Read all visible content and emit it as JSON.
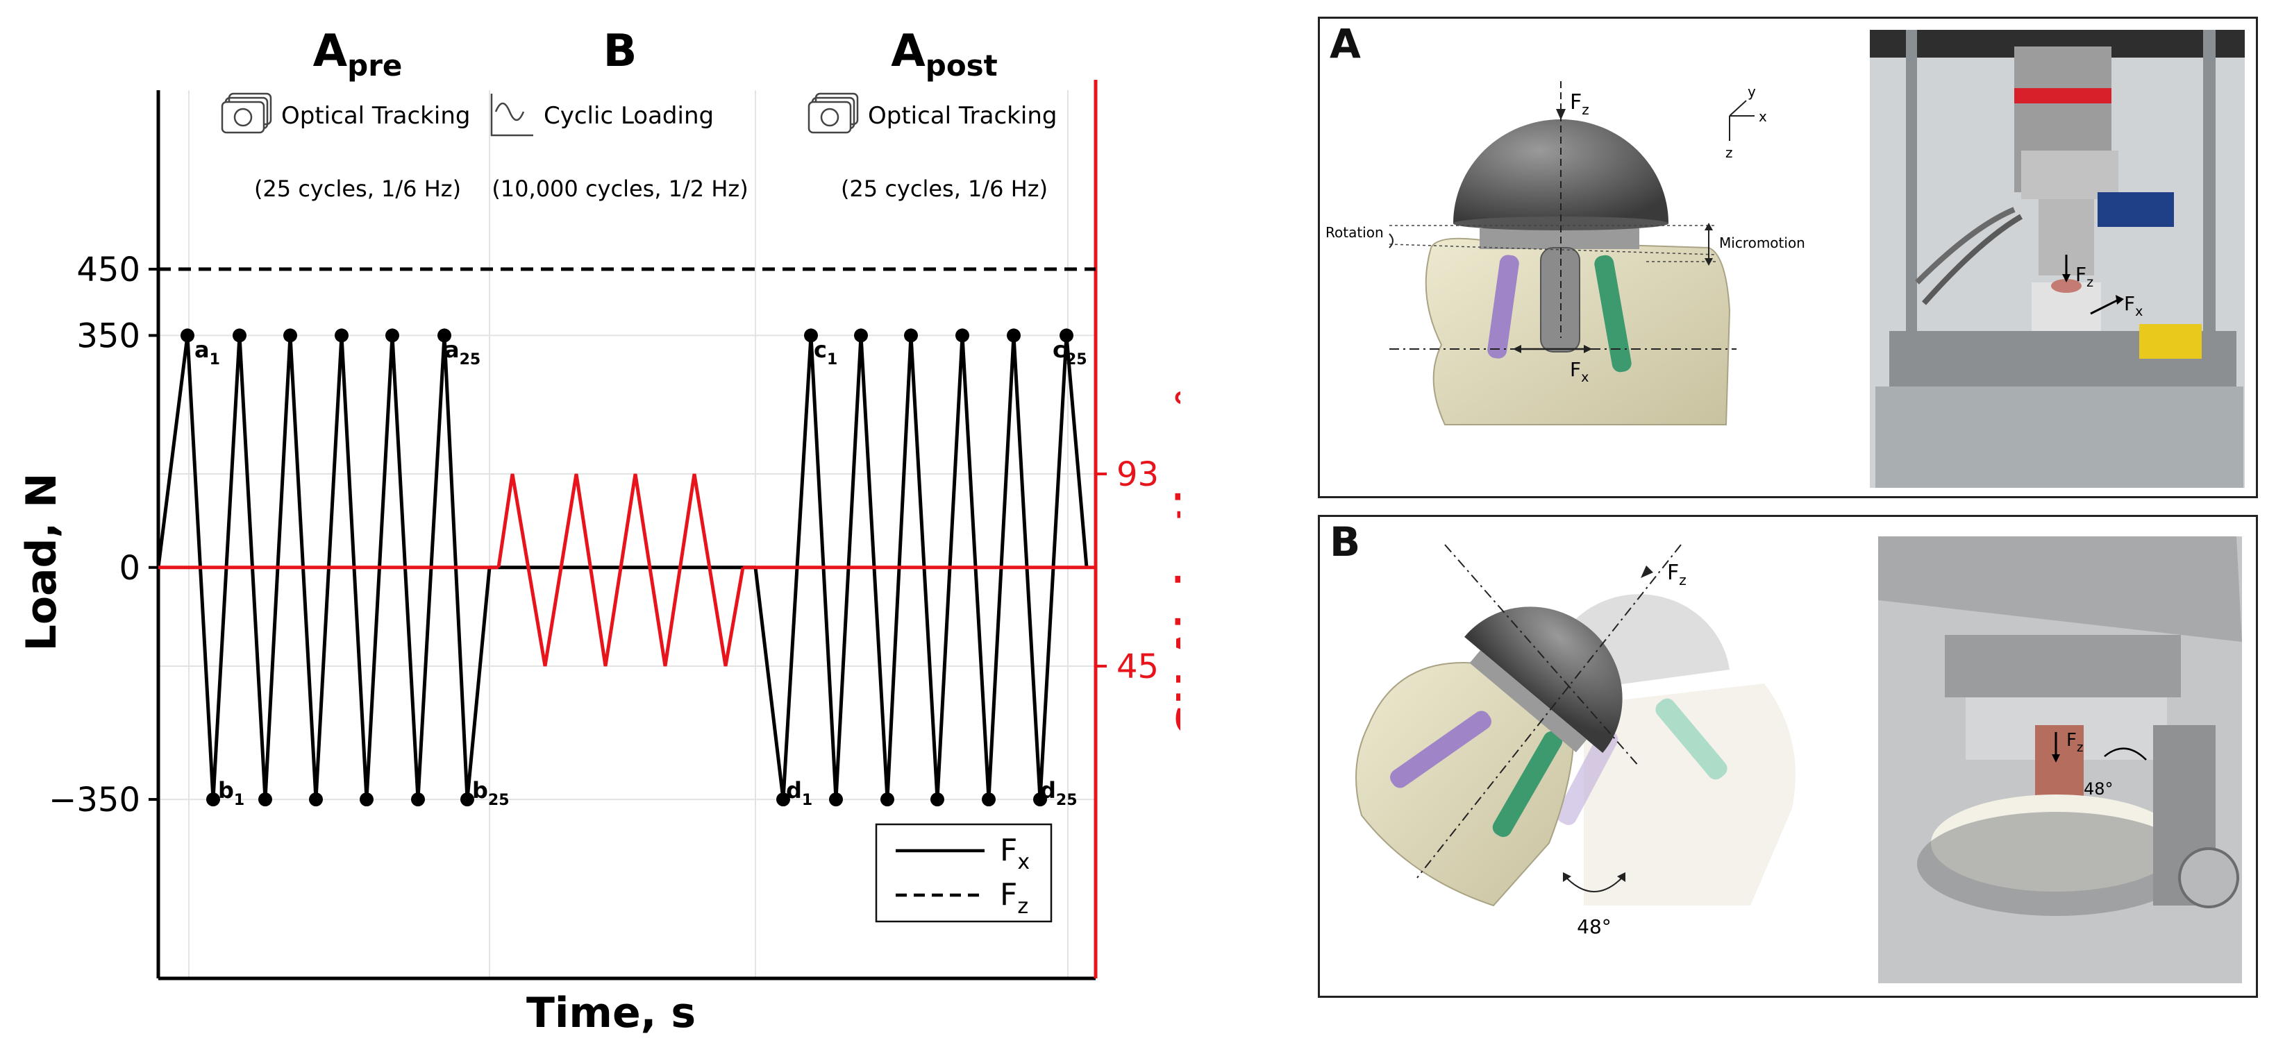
{
  "chart_data": {
    "type": "line",
    "xlabel": "Time, s",
    "ylabel": "Load, N",
    "ylabel_right": "GH Abduction, °",
    "ylim": [
      -620,
      720
    ],
    "y_ticks": [
      "450",
      "350",
      "0",
      "−350"
    ],
    "y_tick_values": [
      450,
      350,
      0,
      -350
    ],
    "right_ticks": [
      "93",
      "45"
    ],
    "right_tick_values": [
      93,
      45
    ],
    "phases": [
      {
        "label": "A",
        "sub": "pre",
        "icon": "camera-icon",
        "icon_label": "Optical Tracking",
        "detail": "(25 cycles, 1/6 Hz)"
      },
      {
        "label": "B",
        "sub": "",
        "icon": "waveform-icon",
        "icon_label": "Cyclic Loading",
        "detail": "(10,000 cycles, 1/2 Hz)"
      },
      {
        "label": "A",
        "sub": "post",
        "icon": "camera-icon",
        "icon_label": "Optical Tracking",
        "detail": "(25 cycles, 1/6 Hz)"
      }
    ],
    "series": [
      {
        "name": "F",
        "sub": "x",
        "style": "solid",
        "color": "#000000"
      },
      {
        "name": "F",
        "sub": "z",
        "style": "dashed",
        "color": "#000000",
        "constant_load": 450
      }
    ],
    "abduction_color": "#e8141c",
    "fx_peak": 350,
    "fx_trough": -350,
    "pre_peaks": 6,
    "post_peaks": 6,
    "b_peaks": 4,
    "abduction_peak_deg": 93,
    "abduction_trough_deg": 45,
    "point_labels": [
      {
        "base": "a",
        "sub": "1"
      },
      {
        "base": "a",
        "sub": "25"
      },
      {
        "base": "b",
        "sub": "1"
      },
      {
        "base": "b",
        "sub": "25"
      },
      {
        "base": "c",
        "sub": "1"
      },
      {
        "base": "c",
        "sub": "25"
      },
      {
        "base": "d",
        "sub": "1"
      },
      {
        "base": "d",
        "sub": "25"
      }
    ]
  },
  "panels": {
    "a": {
      "letter": "A",
      "labels": {
        "fz": "F",
        "fz_sub": "z",
        "fx": "F",
        "fx_sub": "x",
        "rotation": "Rotation",
        "micromotion": "Micromotion",
        "axis_x": "x",
        "axis_y": "y",
        "axis_z": "z"
      }
    },
    "b": {
      "letter": "B",
      "labels": {
        "fz": "F",
        "fz_sub": "z",
        "angle": "48°",
        "photo_angle": "48°"
      }
    }
  }
}
